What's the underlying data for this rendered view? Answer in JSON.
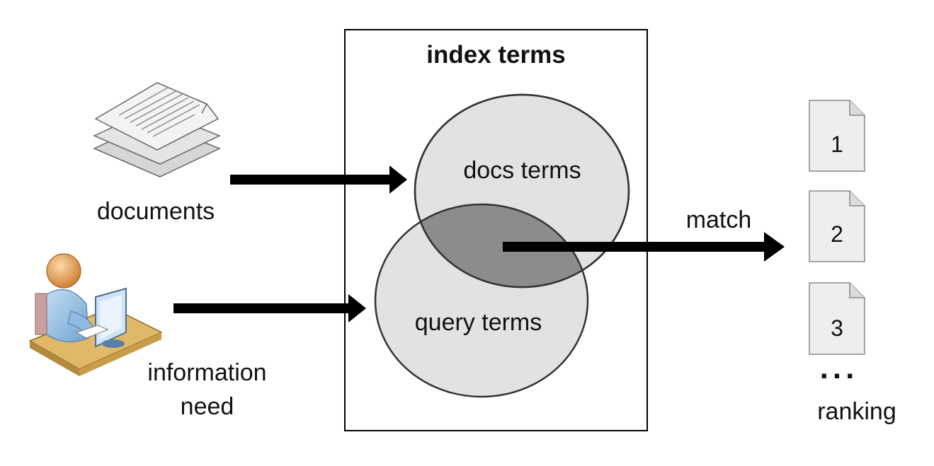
{
  "index_box": {
    "title": "index terms"
  },
  "sets": {
    "docs_terms": "docs terms",
    "query_terms": "query terms"
  },
  "inputs": {
    "documents_label": "documents",
    "information_need_label_line1": "information",
    "information_need_label_line2": "need"
  },
  "match_label": "match",
  "ranking": {
    "items": [
      "1",
      "2",
      "3"
    ],
    "ellipsis": "...",
    "label": "ranking"
  },
  "colors": {
    "ellipse_fill": "#e2e2e2",
    "intersection_fill": "#8c8c8c",
    "arrow": "#000000",
    "doc_fill": "#eeeeee",
    "user_skin": "#e8a865",
    "user_body": "#9fc6e8",
    "desk": "#e0b86a"
  },
  "icons": [
    "documents-stack-icon",
    "user-at-computer-icon",
    "ranked-document-icon"
  ]
}
